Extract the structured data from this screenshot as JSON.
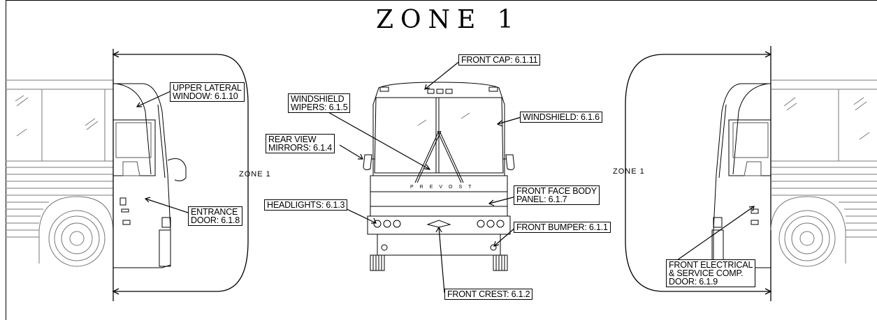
{
  "title": "ZONE 1",
  "zone_labels": {
    "left": "ZONE 1",
    "right": "ZONE 1"
  },
  "brand_text": "PREVOST",
  "callouts": {
    "front_cap": "FRONT CAP: 6.1.11",
    "upper_lateral_window": [
      "UPPER LATERAL",
      "WINDOW: 6.1.10"
    ],
    "windshield_wipers": [
      "WINDSHIELD",
      "WIPERS: 6.1.5"
    ],
    "windshield": "WINDSHIELD: 6.1.6",
    "rear_view_mirrors": [
      "REAR VIEW",
      "MIRRORS: 6.1.4"
    ],
    "front_face_body_panel": [
      "FRONT FACE BODY",
      "PANEL: 6.1.7"
    ],
    "headlights": "HEADLIGHTS: 6.1.3",
    "entrance_door": [
      "ENTRANCE",
      "DOOR: 6.1.8"
    ],
    "front_bumper": "FRONT BUMPER: 6.1.1",
    "front_crest": "FRONT CREST: 6.1.2",
    "front_electrical_door": [
      "FRONT ELECTRICAL",
      "& SERVICE COMP.",
      "DOOR: 6.1.9"
    ]
  }
}
